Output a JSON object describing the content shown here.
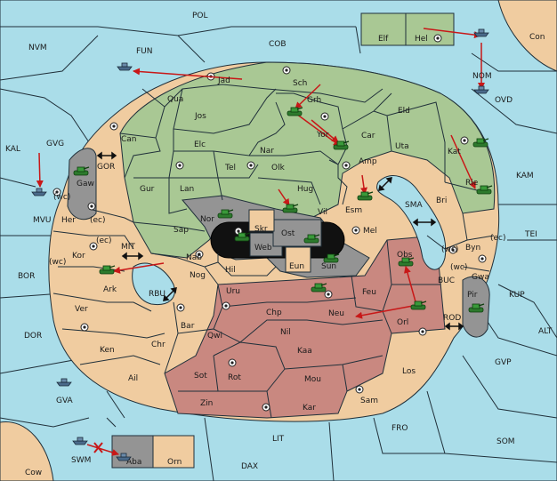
{
  "colors": {
    "sea": "#aadde9",
    "neutral": "#f0cca0",
    "green_power": "#a9c894",
    "red_power": "#c98880",
    "grey_power": "#949494",
    "order_arrow": "#c81818"
  },
  "unit_icons": {
    "army": "tank-icon",
    "fleet": "ship-icon"
  },
  "sea_labels": {
    "pol": "POL",
    "nvm": "NVM",
    "fun": "FUN",
    "cob": "COB",
    "con": "Con",
    "nom": "NOM",
    "ovd": "OVD",
    "kal": "KAL",
    "gvg": "GVG",
    "gor": "GOR",
    "mvu": "MVU",
    "kam": "KAM",
    "sma": "SMA",
    "tei": "TEI",
    "mit": "MIT",
    "bor": "BOR",
    "rbu": "RBU",
    "buc": "BUC",
    "kup": "KUP",
    "rod": "ROD",
    "alt": "ALT",
    "dor": "DOR",
    "gvp": "GVP",
    "gva": "GVA",
    "fro": "FRO",
    "som": "SOM",
    "lit": "LIT",
    "swm": "SWM",
    "dax": "DAX",
    "cow": "Cow"
  },
  "land_labels": {
    "elf": "Elf",
    "hel": "Hel",
    "jad": "Jad",
    "sch": "Sch",
    "qua": "Qua",
    "grh": "Grh",
    "jos": "Jos",
    "eld": "Eld",
    "can": "Can",
    "yor": "Yor",
    "car": "Car",
    "elc": "Elc",
    "nar": "Nar",
    "uta": "Uta",
    "tel": "Tel",
    "olk": "Olk",
    "kat": "Kat",
    "amp": "Amp",
    "gaw": "Gaw",
    "gur": "Gur",
    "lan": "Lan",
    "hug": "Hug",
    "rie": "Rie",
    "esm": "Esm",
    "bri": "Bri",
    "her": "Her",
    "nor": "Nor",
    "skr": "Skr",
    "vil": "Vil",
    "ost": "Ost",
    "web": "Web",
    "mel": "Mel",
    "sap": "Sap",
    "kor": "Kor",
    "byn": "Byn",
    "nab": "Nab",
    "eun": "Eun",
    "sun": "Sun",
    "obs": "Obs",
    "hil": "Hil",
    "nog": "Nog",
    "gwa": "Gwa",
    "ark": "Ark",
    "uru": "Uru",
    "feu": "Feu",
    "pir": "Pir",
    "chp": "Chp",
    "neu": "Neu",
    "orl": "Orl",
    "ver": "Ver",
    "bar": "Bar",
    "qwi": "Qwi",
    "nil": "Nil",
    "chr": "Chr",
    "ken": "Ken",
    "kaa": "Kaa",
    "los": "Los",
    "ail": "Ail",
    "rot": "Rot",
    "sot": "Sot",
    "mou": "Mou",
    "zin": "Zin",
    "kar": "Kar",
    "sam": "Sam",
    "aba": "Aba",
    "orn": "Orn"
  },
  "coast_labels": {
    "mvu_wc": "(wc)",
    "her_ec": "(ec)",
    "kor_ec": "(ec)",
    "kor_wc": "(wc)",
    "byn_wc": "(wc)",
    "byn_ec": "(ec)",
    "gwa_wc": "(wc)"
  }
}
